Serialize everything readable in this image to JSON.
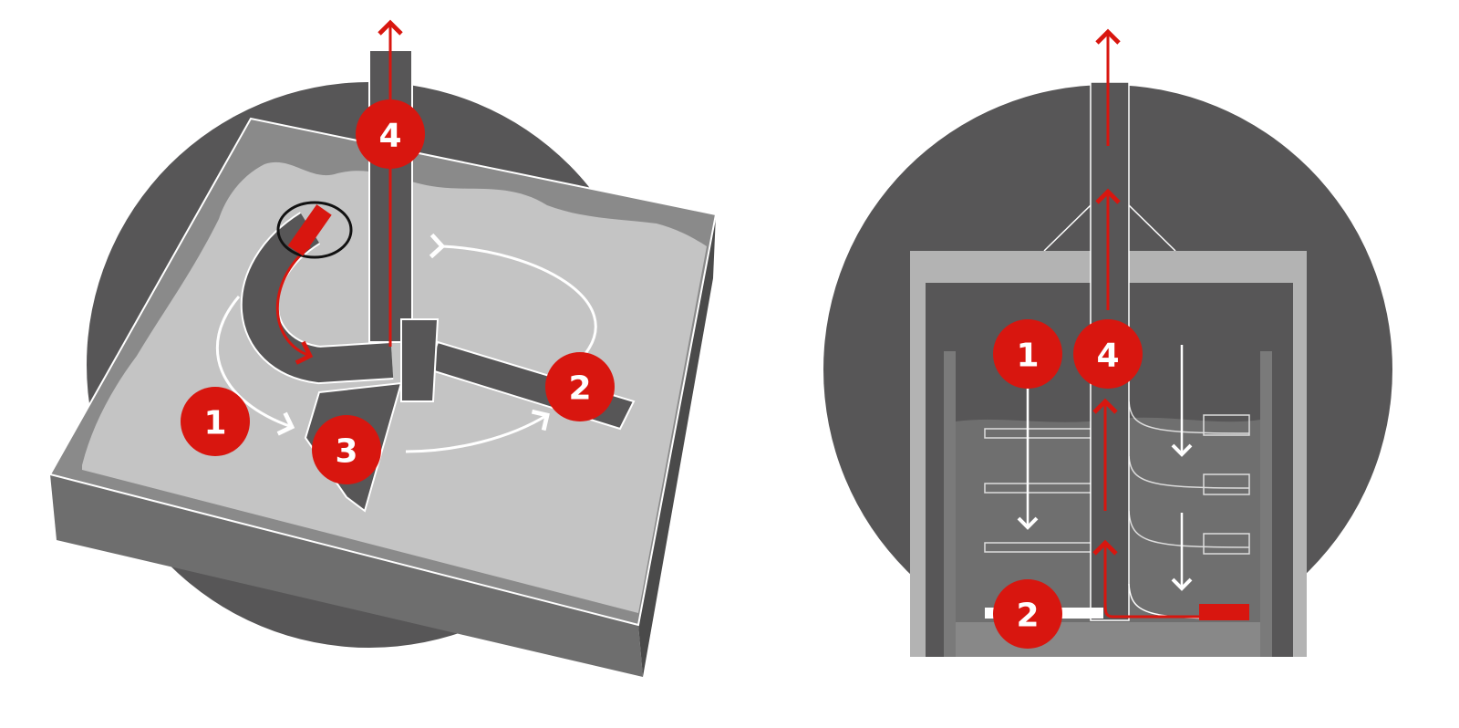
{
  "colors": {
    "background": "#ffffff",
    "circle": "#575657",
    "red": "#d8160f",
    "surface": "#c4c4c4",
    "concrete": "#7a7a7a",
    "frame": "#b3b3b3"
  },
  "left_diagram": {
    "badges": [
      {
        "label": "1"
      },
      {
        "label": "4"
      },
      {
        "label": "3"
      },
      {
        "label": "2"
      }
    ]
  },
  "right_diagram": {
    "badges": [
      {
        "label": "1"
      },
      {
        "label": "4"
      },
      {
        "label": "2"
      }
    ]
  }
}
